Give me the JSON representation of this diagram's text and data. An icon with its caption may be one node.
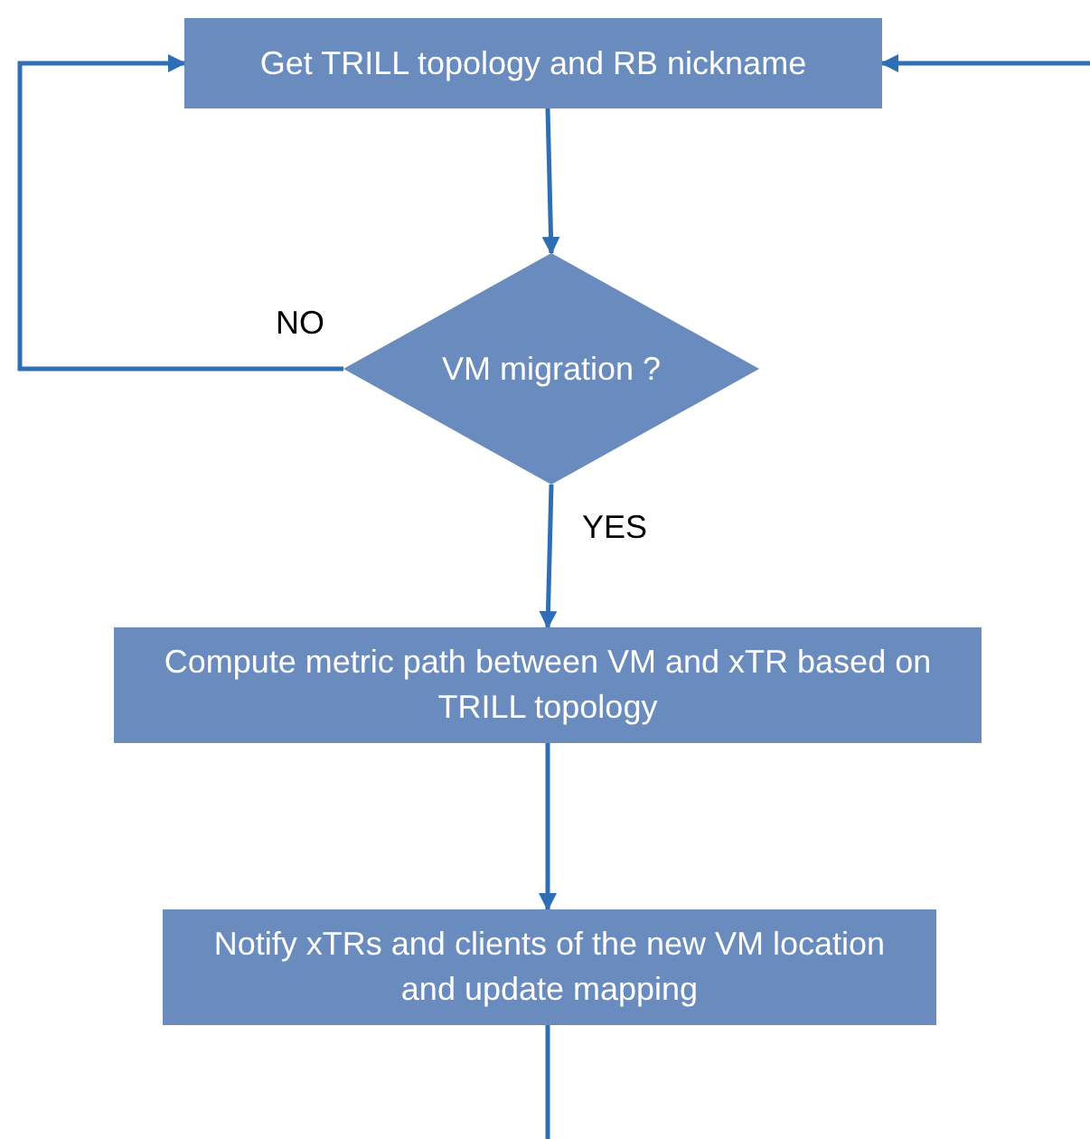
{
  "diagram": {
    "nodes": [
      {
        "text": [
          "Get TRILL topology and RB nickname"
        ]
      },
      {
        "text": [
          "VM migration ?"
        ]
      },
      {
        "text": [
          "Compute metric path between VM and xTR based on TRILL topology"
        ]
      },
      {
        "text": [
          "Notify xTRs and clients of the new VM location and update mapping"
        ]
      }
    ],
    "edges": [
      {
        "from": 0,
        "to": 1,
        "arrow": "to"
      },
      {
        "from": 1,
        "to": 2,
        "arrow": "to",
        "label": "YES"
      },
      {
        "from": 1,
        "to": 0,
        "arrow": "to",
        "label": "NO"
      },
      {
        "from": null,
        "to": 0,
        "arrow": "to"
      },
      {
        "from": 2,
        "to": 3,
        "arrow": "to"
      },
      {
        "from": 3,
        "to": null,
        "arrow": "none"
      }
    ]
  }
}
